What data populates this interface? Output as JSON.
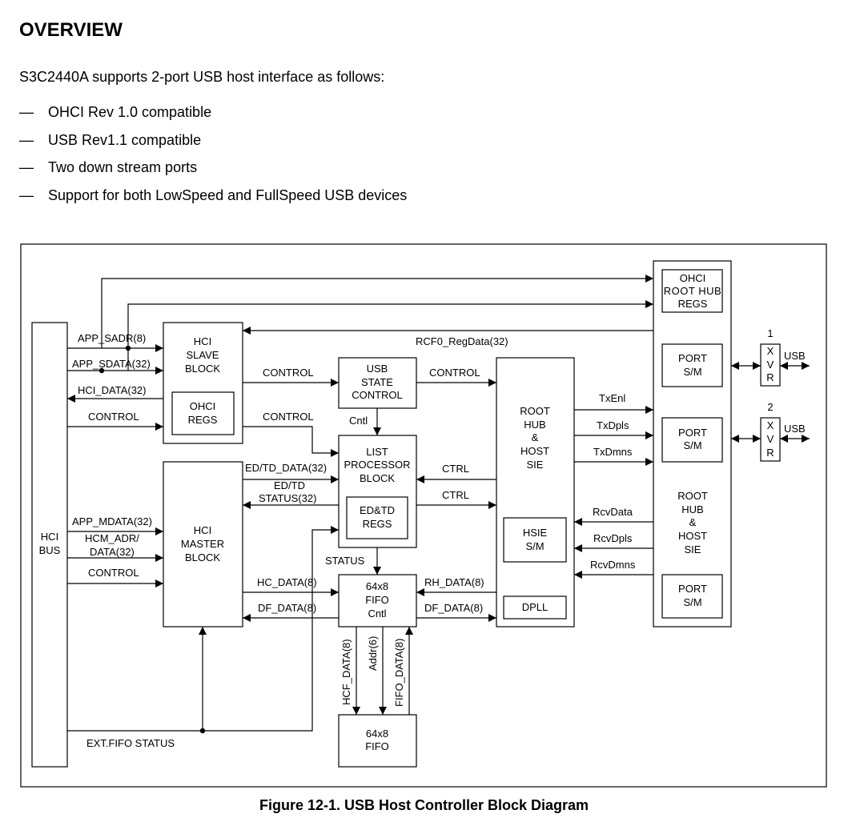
{
  "heading": "OVERVIEW",
  "intro": "S3C2440A supports 2-port USB host interface as follows:",
  "bullets": [
    "OHCI Rev 1.0 compatible",
    "USB Rev1.1 compatible",
    "Two down stream ports",
    "Support for both LowSpeed and FullSpeed USB devices"
  ],
  "bullet_dash": "—",
  "caption": "Figure 12-1. USB Host Controller Block Diagram",
  "diagram": {
    "blocks": {
      "hci_bus": [
        "HCI",
        "BUS"
      ],
      "hci_slave": [
        "HCI",
        "SLAVE",
        "BLOCK"
      ],
      "ohci_regs": [
        "OHCI",
        "REGS"
      ],
      "hci_master": [
        "HCI",
        "MASTER",
        "BLOCK"
      ],
      "usb_state": [
        "USB",
        "STATE",
        "CONTROL"
      ],
      "list_processor": [
        "LIST",
        "PROCESSOR",
        "BLOCK"
      ],
      "edtd_regs": [
        "ED&TD",
        "REGS"
      ],
      "fifo_cntl": [
        "64x8",
        "FIFO",
        "Cntl"
      ],
      "fifo": [
        "64x8",
        "FIFO"
      ],
      "root_hub_sie": [
        "ROOT",
        "HUB",
        "&",
        "HOST",
        "SIE"
      ],
      "hsie": [
        "HSIE",
        "S/M"
      ],
      "dpll": [
        "DPLL"
      ],
      "ohci_root_hub_regs": [
        "OHCI",
        "ROOT HUB",
        "REGS"
      ],
      "port_sm": [
        "PORT",
        "S/M"
      ],
      "root_hub_host_sie": [
        "ROOT",
        "HUB",
        "&",
        "HOST",
        "SIE"
      ],
      "xvr": [
        "X",
        "V",
        "R"
      ]
    },
    "labels": {
      "app_sadr": "APP_SADR(8)",
      "app_sdata": "APP_SDATA(32)",
      "hci_data": "HCI_DATA(32)",
      "control": "CONTROL",
      "ctrl": "CTRL",
      "cntl": "Cntl",
      "rcf0": "RCF0_RegData(32)",
      "ed_td_data": "ED/TD_DATA(32)",
      "ed_td_status_1": "ED/TD",
      "ed_td_status_2": "STATUS(32)",
      "app_mdata": "APP_MDATA(32)",
      "hcm_adr_1": "HCM_ADR/",
      "hcm_adr_2": "DATA(32)",
      "status": "STATUS",
      "hc_data": "HC_DATA(8)",
      "df_data": "DF_DATA(8)",
      "rh_data": "RH_DATA(8)",
      "ext_fifo": "EXT.FIFO STATUS",
      "hcf_data": "HCF_DATA(8)",
      "addr": "Addr(6)",
      "fifo_data": "FIFO_DATA(8)",
      "txenl": "TxEnl",
      "txdpls": "TxDpls",
      "txdmns": "TxDmns",
      "rcvdata": "RcvData",
      "rcvdpls": "RcvDpls",
      "rcvdmns": "RcvDmns",
      "port1": "1",
      "port2": "2",
      "usb": "USB"
    }
  }
}
